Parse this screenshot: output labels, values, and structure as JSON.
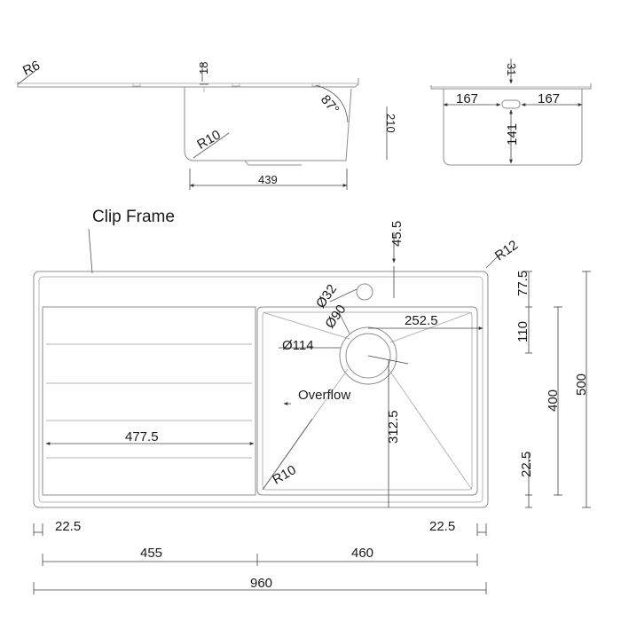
{
  "side_view": {
    "r6": "R6",
    "thickness": "18",
    "angle": "87°",
    "r10": "R10",
    "width": "439",
    "depth_cut": "210"
  },
  "end_view": {
    "top": "31",
    "left_half": "167",
    "right_half": "167",
    "drop": "141"
  },
  "plan_view": {
    "clip_frame": "Clip Frame",
    "tap_offset": "45.5",
    "r12": "R12",
    "tap_hole": "Ø32",
    "waste_inner": "Ø90",
    "waste_outer": "Ø114",
    "bowl_center_x": "252.5",
    "drainer_length": "477.5",
    "overflow": "Overflow",
    "bowl_center_y": "312.5",
    "bowl_radius": "R10",
    "right_top": "77.5",
    "right_110": "110",
    "right_400": "400",
    "right_500": "500",
    "right_bottom": "22.5",
    "bottom_left_margin": "22.5",
    "bottom_right_margin": "22.5",
    "drainer_width": "455",
    "bowl_width": "460",
    "overall_width": "960"
  }
}
